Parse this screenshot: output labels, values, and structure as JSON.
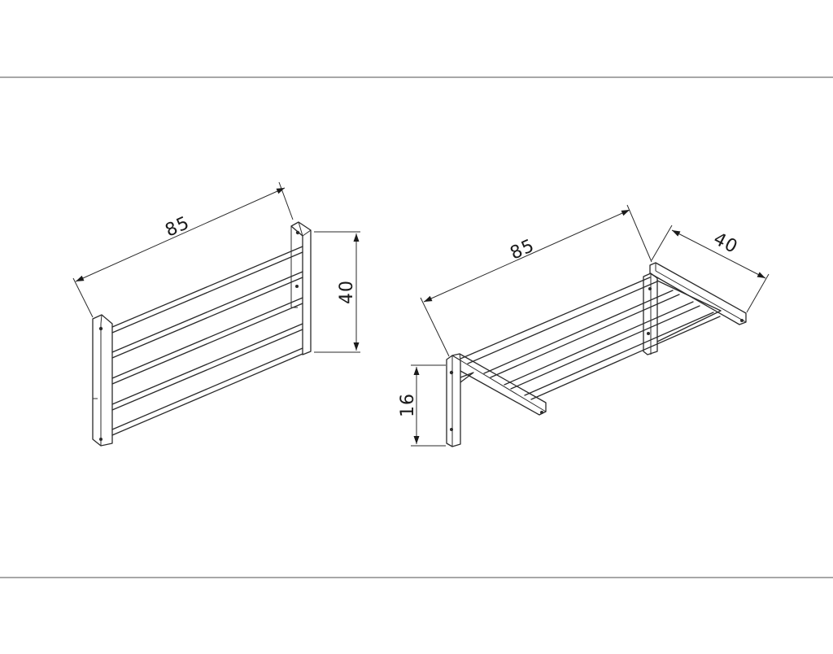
{
  "drawing": {
    "left_view": {
      "length_label": "85",
      "height_label": "40"
    },
    "right_view": {
      "length_label": "85",
      "depth_label": "40",
      "bracket_label": "16"
    }
  },
  "colors": {
    "line": "#2a2a2a",
    "frame": "#8a8a8a",
    "background": "#ffffff"
  }
}
